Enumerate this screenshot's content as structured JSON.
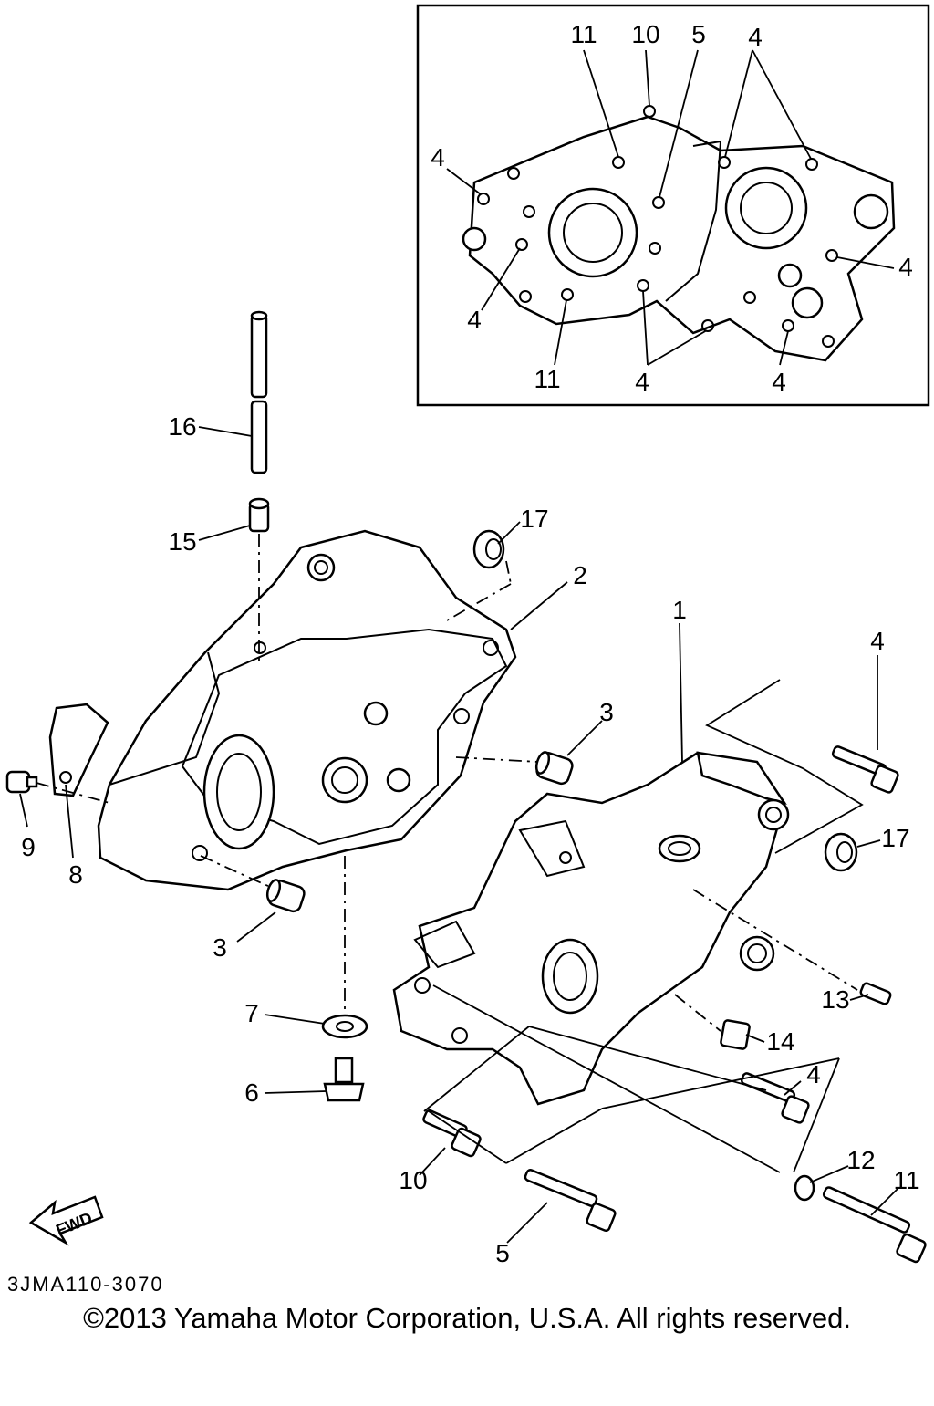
{
  "diagram": {
    "code": "3JMA110-3070",
    "fwd_label": "FWD",
    "callouts": {
      "inset": [
        "11",
        "10",
        "5",
        "4",
        "4",
        "4",
        "4",
        "11",
        "4",
        "4"
      ],
      "main": [
        "16",
        "15",
        "17",
        "2",
        "1",
        "4",
        "3",
        "9",
        "8",
        "3",
        "17",
        "13",
        "14",
        "7",
        "6",
        "4",
        "10",
        "12",
        "11",
        "5"
      ]
    }
  },
  "footer": {
    "copyright": "©2013 Yamaha Motor Corporation, U.S.A. All rights reserved."
  }
}
